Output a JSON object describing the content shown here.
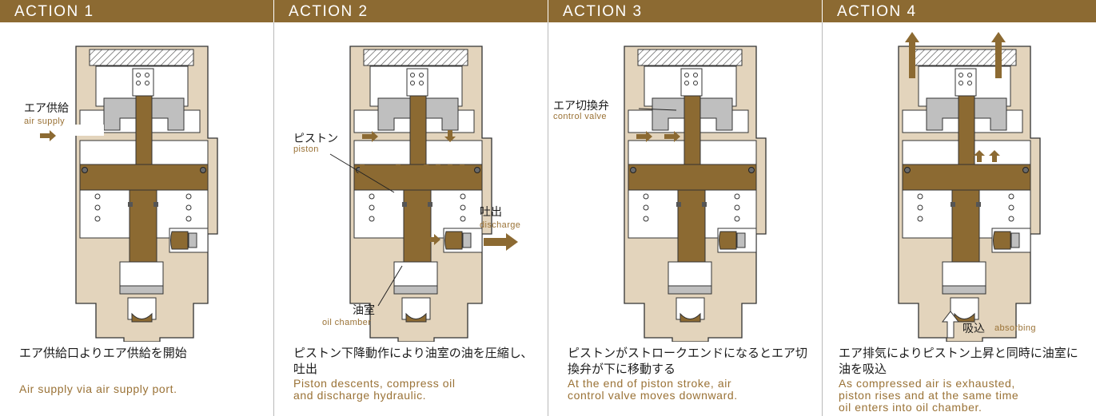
{
  "colors": {
    "header": "#8c6a32",
    "body": "#e3d4bc",
    "piston": "#8c6a32",
    "valve": "#bfbfbf",
    "english": "#9a7236"
  },
  "panels": [
    {
      "title": "ACTION 1",
      "desc_ja": "エア供給口よりエア供給を開始",
      "desc_en": [
        "Air supply via air supply port."
      ],
      "labels": [
        {
          "ja": "エア供給",
          "en": "air supply"
        }
      ]
    },
    {
      "title": "ACTION 2",
      "desc_ja": "ピストン下降動作により油室の油を圧縮し､吐出",
      "desc_en": [
        "Piston descents, compress oil",
        "and discharge hydraulic."
      ],
      "labels": [
        {
          "ja": "ピストン",
          "en": "piston"
        },
        {
          "ja": "吐出",
          "en": "discharge"
        },
        {
          "ja": "油室",
          "en": "oil chamber"
        }
      ]
    },
    {
      "title": "ACTION 3",
      "desc_ja": "ピストンがストロークエンドになるとエア切換弁が下に移動する",
      "desc_en": [
        "At the end of piston stroke, air",
        "control valve moves downward."
      ],
      "labels": [
        {
          "ja": "エア切換弁",
          "en": "control valve"
        }
      ]
    },
    {
      "title": "ACTION 4",
      "desc_ja": "エア排気によりピストン上昇と同時に油室に油を吸込",
      "desc_en": [
        "As compressed air is exhausted,",
        "piston rises and at the same time",
        "oil enters into oil chamber."
      ],
      "labels": [
        {
          "ja": "吸込",
          "en": "absorbing"
        }
      ]
    }
  ]
}
